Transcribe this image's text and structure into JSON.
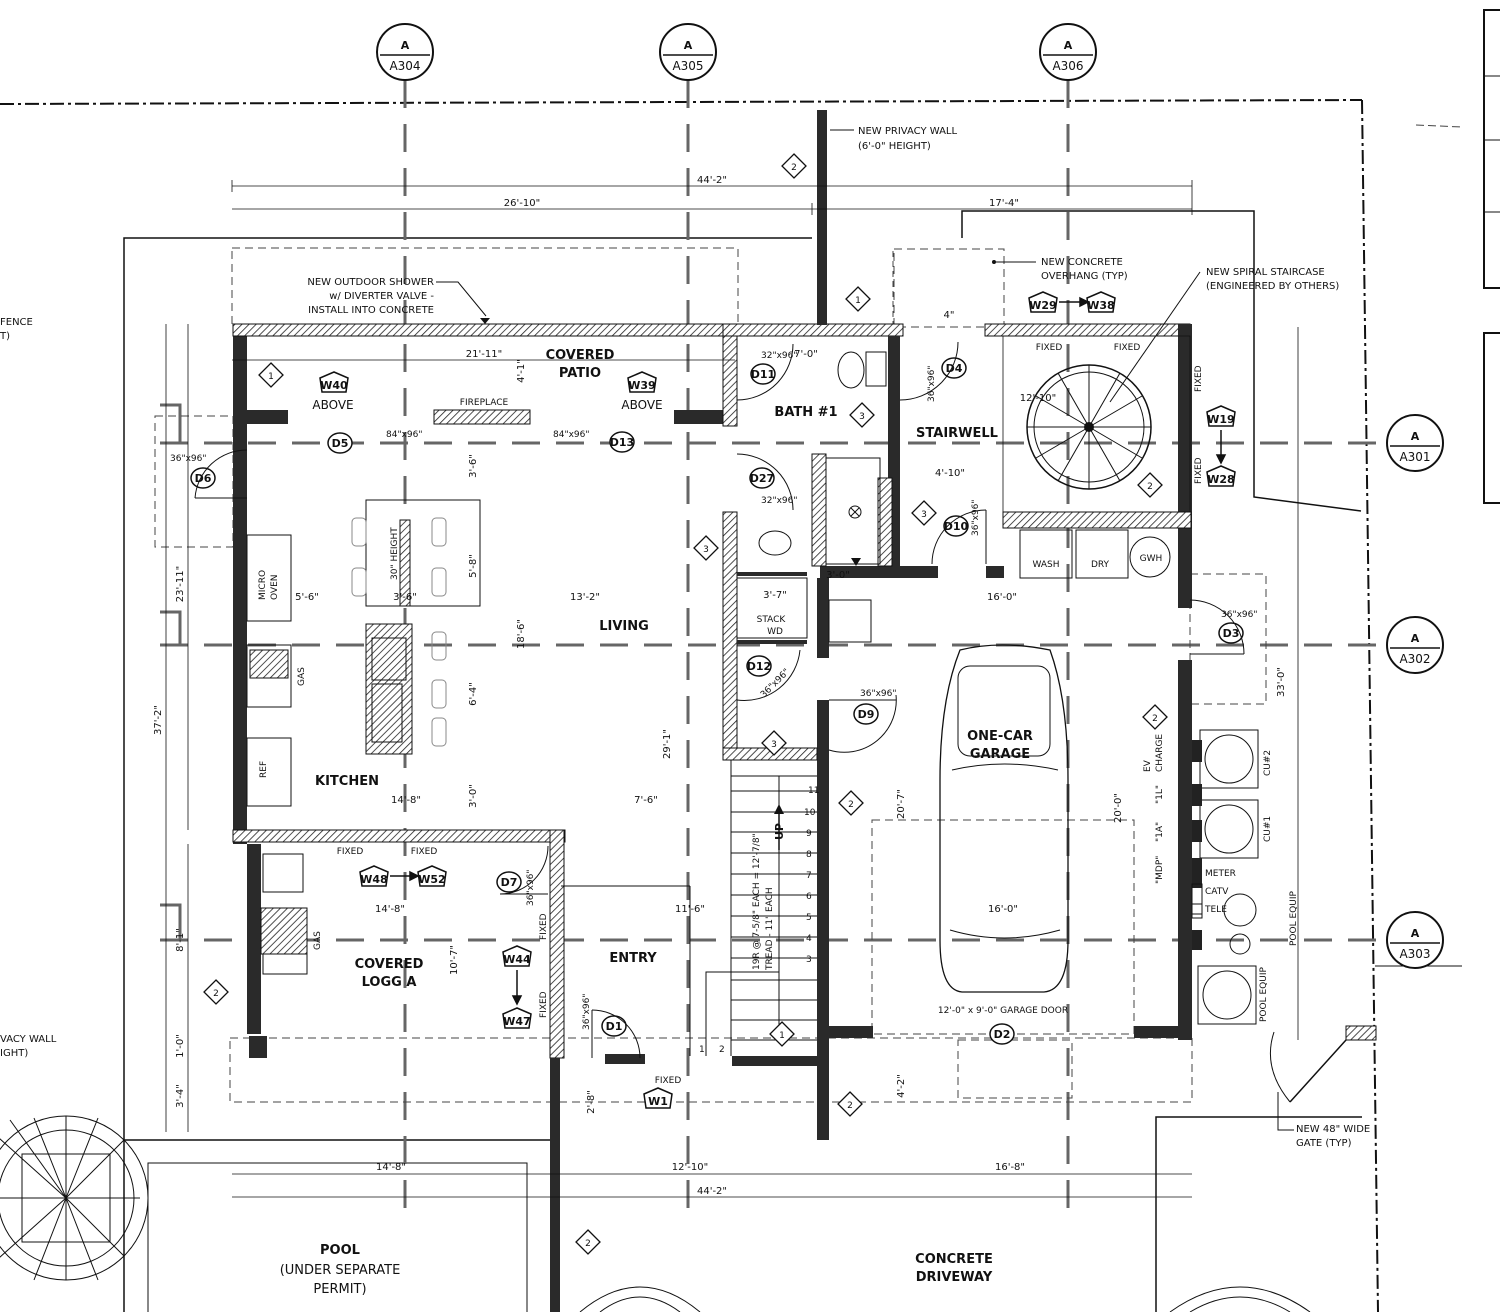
{
  "section_markers": [
    {
      "letter": "A",
      "sheet": "A304"
    },
    {
      "letter": "A",
      "sheet": "A305"
    },
    {
      "letter": "A",
      "sheet": "A306"
    },
    {
      "letter": "A",
      "sheet": "A301"
    },
    {
      "letter": "A",
      "sheet": "A302"
    },
    {
      "letter": "A",
      "sheet": "A303"
    }
  ],
  "rooms": {
    "covered_patio_1": "COVERED",
    "covered_patio_2": "PATIO",
    "bath": "BATH #1",
    "stairwell": "STAIRWELL",
    "living": "LIVING",
    "kitchen": "KITCHEN",
    "garage_1": "ONE-CAR",
    "garage_2": "GARAGE",
    "loggia_1": "COVERED",
    "loggia_2": "LOGG A",
    "entry": "ENTRY",
    "pool_1": "POOL",
    "pool_2": "(UNDER SEPARATE",
    "pool_3": "PERMIT)",
    "driveway_1": "CONCRETE",
    "driveway_2": "DRIVEWAY"
  },
  "notes": {
    "privacy_wall_1": "NEW PRIVACY WALL",
    "privacy_wall_2": "(6'-0\" HEIGHT)",
    "overhang_1": "NEW CONCRETE",
    "overhang_2": "OVERHANG (TYP)",
    "spiral_1": "NEW SPIRAL STAIRCASE",
    "spiral_2": "(ENGINEERED BY OTHERS)",
    "shower_1": "NEW OUTDOOR SHOWER",
    "shower_2": "w/ DIVERTER VALVE -",
    "shower_3": "INSTALL INTO CONCRETE",
    "fence_1": "FENCE",
    "fence_2": "T)",
    "vacy_1": "VACY WALL",
    "vacy_2": "IGHT)",
    "gate_1": "NEW 48\" WIDE",
    "gate_2": "GATE (TYP)",
    "garage_door": "12'-0\" x 9'-0\" GARAGE DOOR",
    "stair_1": "19R @ 7-5/8\" EACH = 12'-7/8\"",
    "stair_2": "TREAD - 11\" EACH",
    "up": "UP",
    "fireplace": "FIREPLACE",
    "above": "ABOVE",
    "fixed": "FIXED",
    "wash": "WASH",
    "dry": "DRY",
    "gwh": "GWH",
    "stack_1": "STACK",
    "stack_2": "WD",
    "micro_1": "MICRO",
    "micro_2": "OVEN",
    "gas": "GAS",
    "ref": "REF",
    "height30": "30\" HEIGHT",
    "ev_1": "EV",
    "ev_2": "CHARGE",
    "cu2": "CU#2",
    "cu1": "CU#1",
    "p1l": "\"1L\"",
    "p1a": "\"1A\"",
    "mdp": "\"MDP\"",
    "meter": "METER",
    "catv": "CATV",
    "tele": "TELE",
    "pool_equip": "POOL EQUIP"
  },
  "dimensions": {
    "overall_top": "44'-2\"",
    "top_left": "26'-10\"",
    "top_right": "17'-4\"",
    "patio": "21'-11\"",
    "bath_w": "7'-0\"",
    "stair_w": "12'-10\"",
    "laundry": "4'-10\"",
    "garage_top": "16'-0\"",
    "kitchen_w": "5'-6\"",
    "island": "3'-6\"",
    "living_w": "13'-2\"",
    "kitchen_lower": "14'-8\"",
    "living_lower": "7'-6\"",
    "loggia_w": "14'-8\"",
    "entry_w": "11'-6\"",
    "garage_w": "16'-0\"",
    "bottom_1": "14'-8\"",
    "bottom_2": "12'-10\"",
    "bottom_3": "16'-8\"",
    "overall_bottom": "44'-2\"",
    "left_1": "23'-11\"",
    "left_overall": "37'-2\"",
    "left_2": "8'-1\"",
    "left_3": "1'-0\"",
    "left_4": "3'-4\"",
    "v_36": "3'-6\"",
    "v_58": "5'-8\"",
    "v_186": "18'-6\"",
    "v_64": "6'-4\"",
    "v_30": "3'-0\"",
    "v_291": "29'-1\"",
    "v_107": "10'-7\"",
    "v_41": "4'-1\"",
    "v_207": "20'-7\"",
    "v_200": "20'-0\"",
    "v_330": "33'-0\"",
    "v_42": "4'-2\"",
    "v_28": "2'-8\"",
    "h_30": "3'-0\"",
    "h_37": "3'-7\"",
    "h_4": "4\""
  },
  "doors": [
    "D1",
    "D2",
    "D3",
    "D4",
    "D5",
    "D6",
    "D7",
    "D9",
    "D10",
    "D11",
    "D12",
    "D13",
    "D27"
  ],
  "door_sizes": {
    "d84": "84\"x96\"",
    "d36": "36\"x96\"",
    "d32": "32\"x96\""
  },
  "windows": [
    "W1",
    "W19",
    "W28",
    "W29",
    "W38",
    "W39",
    "W40",
    "W44",
    "W47",
    "W48",
    "W52"
  ],
  "keynotes": [
    "1",
    "2",
    "3"
  ]
}
